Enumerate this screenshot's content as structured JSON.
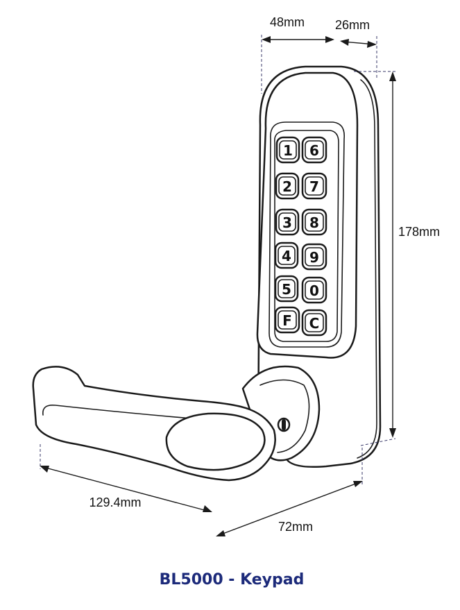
{
  "dimensions": {
    "faceplate_width": "48mm",
    "faceplate_depth": "26mm",
    "height": "178mm",
    "lever_length": "129.4mm",
    "projection": "72mm"
  },
  "keypad": {
    "keys": [
      "1",
      "6",
      "2",
      "7",
      "3",
      "8",
      "4",
      "9",
      "5",
      "0",
      "F",
      "C"
    ]
  },
  "caption": {
    "text": "BL5000 - Keypad",
    "color": "#1c2a7a"
  }
}
